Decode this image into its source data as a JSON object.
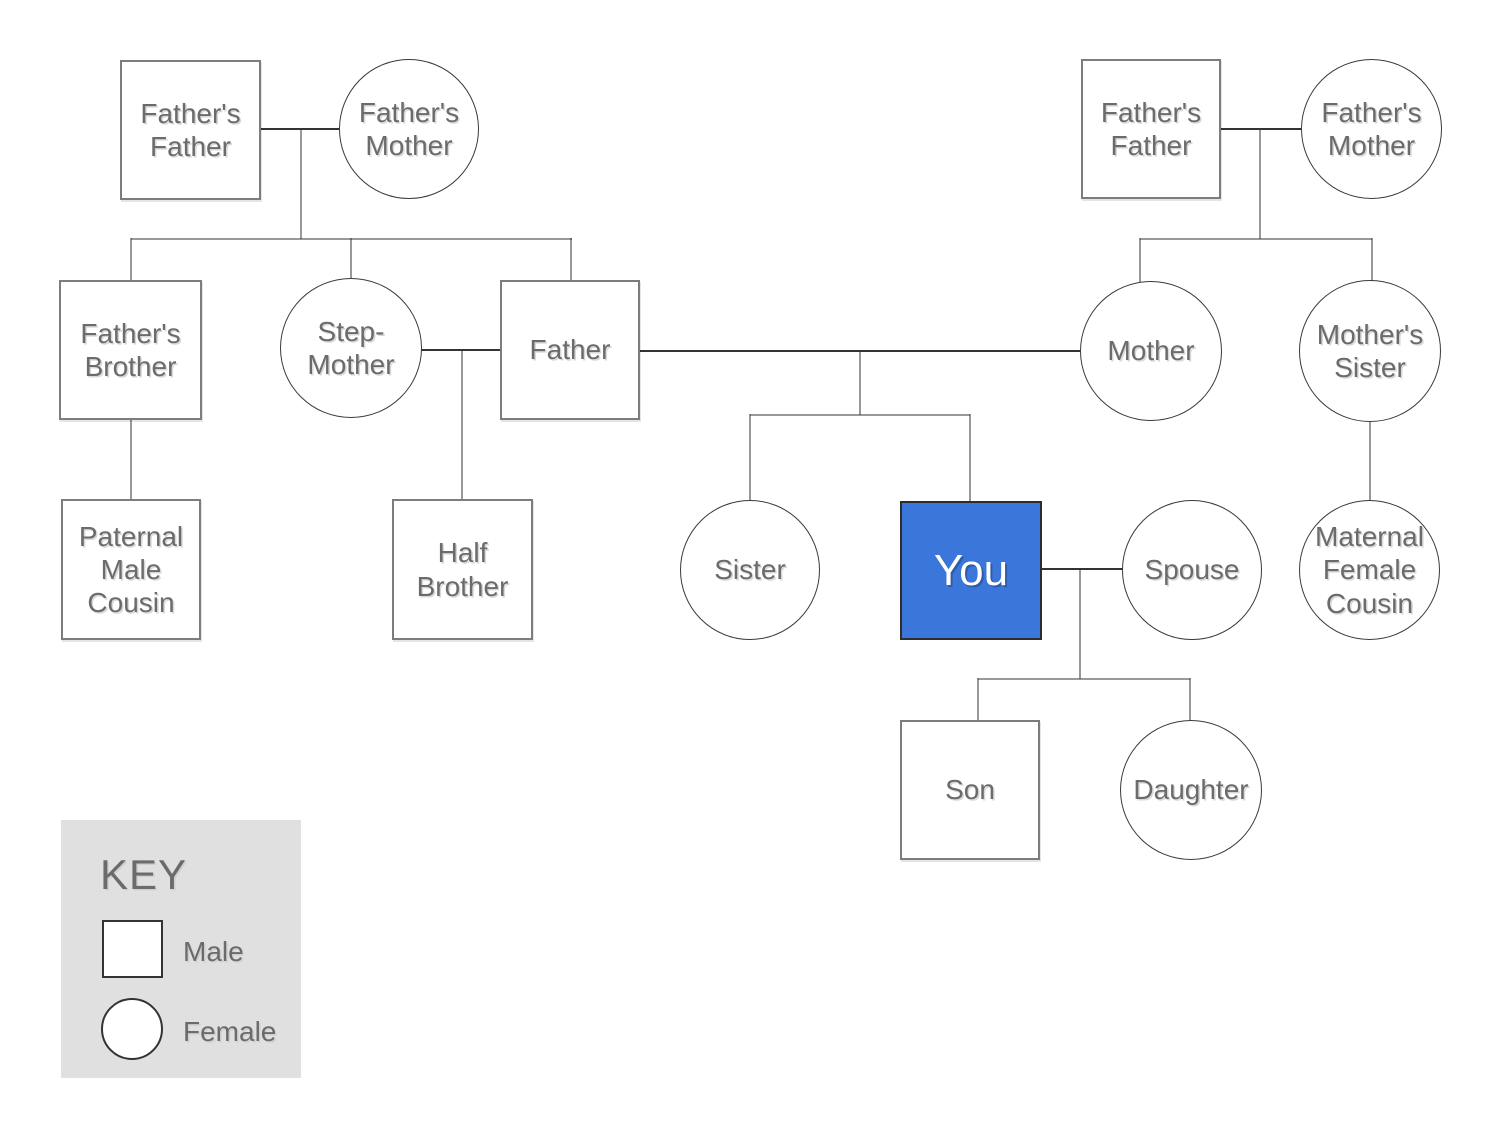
{
  "nodes": {
    "ff_left": {
      "label": "Father's\nFather",
      "shape": "square"
    },
    "fm_left": {
      "label": "Father's\nMother",
      "shape": "circle"
    },
    "ff_right": {
      "label": "Father's\nFather",
      "shape": "square"
    },
    "fm_right": {
      "label": "Father's\nMother",
      "shape": "circle"
    },
    "fathers_brother": {
      "label": "Father's\nBrother",
      "shape": "square"
    },
    "step_mother": {
      "label": "Step-\nMother",
      "shape": "circle"
    },
    "father": {
      "label": "Father",
      "shape": "square"
    },
    "mother": {
      "label": "Mother",
      "shape": "circle"
    },
    "mothers_sister": {
      "label": "Mother's\nSister",
      "shape": "circle"
    },
    "paternal_male_cousin": {
      "label": "Paternal\nMale\nCousin",
      "shape": "square"
    },
    "half_brother": {
      "label": "Half\nBrother",
      "shape": "square"
    },
    "sister": {
      "label": "Sister",
      "shape": "circle"
    },
    "you": {
      "label": "You",
      "shape": "square",
      "highlighted": true
    },
    "spouse": {
      "label": "Spouse",
      "shape": "circle"
    },
    "maternal_female_cousin": {
      "label": "Maternal\nFemale\nCousin",
      "shape": "circle"
    },
    "son": {
      "label": "Son",
      "shape": "square"
    },
    "daughter": {
      "label": "Daughter",
      "shape": "circle"
    }
  },
  "key": {
    "title": "KEY",
    "male_label": "Male",
    "female_label": "Female"
  },
  "colors": {
    "you_fill": "#3B76DB",
    "you_text": "#FFFFFF",
    "node_text": "#6B6B6B",
    "square_border": "#7D7D7D",
    "circle_border": "#3A3A3A",
    "connector": "#333333",
    "key_background": "#E0E0E0"
  }
}
